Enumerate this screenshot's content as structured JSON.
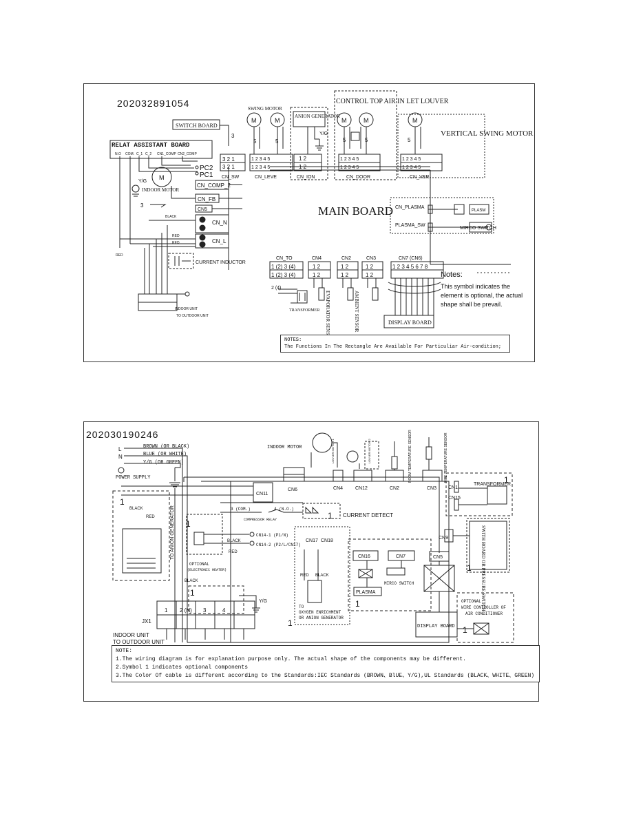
{
  "diagram1": {
    "id": "202032891054",
    "relay_board": {
      "title": "RELAT   ASSISTANT  BOARD",
      "pins": [
        "N.O",
        "COM.",
        "C_1",
        "C_2",
        "CN1_COMP",
        "CN2_COMP"
      ]
    },
    "switch_board": "SWITCH BOARD",
    "swing_motor": "SWING MOTOR",
    "anion_generator": "ANION GENERATOR",
    "control_louver": "CONTROL TOP AIR IN LET LOUVER",
    "vertical_swing_motor": "VERTICAL SWING MOTOR",
    "pc2": "PC2",
    "pc1": "PC1",
    "yg": "Y/G",
    "indoor_motor": "INDOOR MOTOR",
    "motor_letter": "M",
    "connectors": {
      "cn_sw": "CN_SW",
      "cn_leve": "CN_LEVE",
      "cn_ion": "CN_ION",
      "cn_door": "CN_DOOR",
      "cn_ver": "CN_VER",
      "cn_comp_2": "CN_COMP_2",
      "cn_fb": "CN_FB",
      "cn5": "CN5",
      "cn_n": "CN_N",
      "cn_l": "CN_L",
      "cn_plasma": "CN_PLASMA",
      "plasma_sw": "PLASMA_SW",
      "cn_to": "CN_TO",
      "cn4": "CN4",
      "cn2": "CN2",
      "cn3": "CN3",
      "cn7": "CN7 (CN6)"
    },
    "pins": {
      "sw": "3 2 1",
      "five": "1 2 3 4 5",
      "two": "1  2",
      "cn_to": "1 (2) 3 (4)",
      "cn7": "1 2 3 4 5 6 7 8"
    },
    "wire_counts": {
      "three": "3",
      "five": "5",
      "two_four": "2 (4)"
    },
    "wire_colors": {
      "black": "BLACK",
      "red": "RED"
    },
    "main_board": "MAIN BOARD",
    "plasm": "PLASM",
    "mirco_switch": "MIRCO SWITCH",
    "current_inductor": "CURRENT INDUCTOR",
    "transformer": "TRANSFORMER",
    "evaporator_sensor": "EVAPORATOR SENSOR",
    "ambient_sensor": "AMBIENT SENSOR",
    "display_board": "DISPLAY BOARD",
    "indoor_unit": "INDOOR UNIT",
    "to_outdoor_unit": "TO OUTDOOR UNIT",
    "notes_title": "Notes:",
    "notes_body": [
      "This symbol indicates the",
      "element is optional, the actual",
      "shape shall be prevail."
    ],
    "notes_box": [
      "NOTES:",
      "The Functions In The Rectangle Are Available For Particuliar Air-condition;"
    ]
  },
  "diagram2": {
    "id": "202030190246",
    "power": {
      "l": "L",
      "n": "N",
      "brown": "BROWN (OR BLACK)",
      "blue": "BLUE (OR WHITE)",
      "yg": "Y/G (OR GREEN)",
      "supply": "POWER SUPPLY"
    },
    "indoor_motor": "INDOOR MOTOR",
    "louver_motor_1": "LOUVER MOTOR 1",
    "louver_motor_2": "LOUVER MOTOR 2",
    "room_temp_sensor": "ROOM TEMPERATURE SENSOR",
    "pipe_temp_sensor": "PIPE TEMPERATURE SENSOR",
    "connectors": {
      "cn6": "CN6",
      "cn4": "CN4",
      "cn12": "CN12",
      "cn2": "CN2",
      "cn3": "CN3",
      "cn11": "CN11",
      "cn1": "CN1",
      "cn15": "CN15",
      "cn9": "CN9",
      "cn5": "CN5",
      "cn16": "CN16",
      "cn7": "CN7",
      "cn17": "CN17",
      "cn18": "CN18",
      "cn14_1": "CN14-1 (P1/N)",
      "cn14_2": "CN14-2 (P2/L/CN17)"
    },
    "transformer": "TRANSFORMER",
    "current_detect": "CURRENT DETECT",
    "compressor_relay": "COMPRESSOR RELAY",
    "relay_com": "3 (COM.)",
    "relay_no": "4 (N.O.)",
    "optional_heater": [
      "OPTIONAL",
      "(ELECTRONIC HEATER)"
    ],
    "anion_generator": "TO ANION GENERATOR",
    "oxygen": [
      "TO",
      "OXYGEN ENRICHMENT",
      "OR ANION GENERATOR"
    ],
    "plasma": "PLASMA",
    "mirco_switch": "MIRCO SWITCH",
    "switch_board": "SWITH BOARD OR PRESSURE SWITCH",
    "display_board": "DISPLAY BOARD",
    "wire_controller": [
      "OPTIONAL",
      "WIRE CONTROLLER OF",
      "AIR CONDITIONER"
    ],
    "jx1": "JX1",
    "terminal_nums": [
      "1",
      "2 (N)",
      "3",
      "4"
    ],
    "yg": "Y/G",
    "indoor_unit": "INDOOR UNIT",
    "to_outdoor_unit": "TO OUTDOOR UNIT",
    "colors": {
      "black": "BLACK",
      "red": "RED"
    },
    "optional_symbol": "1",
    "notes": [
      "NOTE:",
      "1.The wiring diagram is for explanation purpose only. The actual shape of the components may be different.",
      "2.Symbol 1 indicates optional components",
      "3.The Color Of cable is different according to the Standards:IEC Standards (BROWN、BlUE、Y/G),UL Standards (BLACK、WHITE、GREEN)"
    ]
  }
}
